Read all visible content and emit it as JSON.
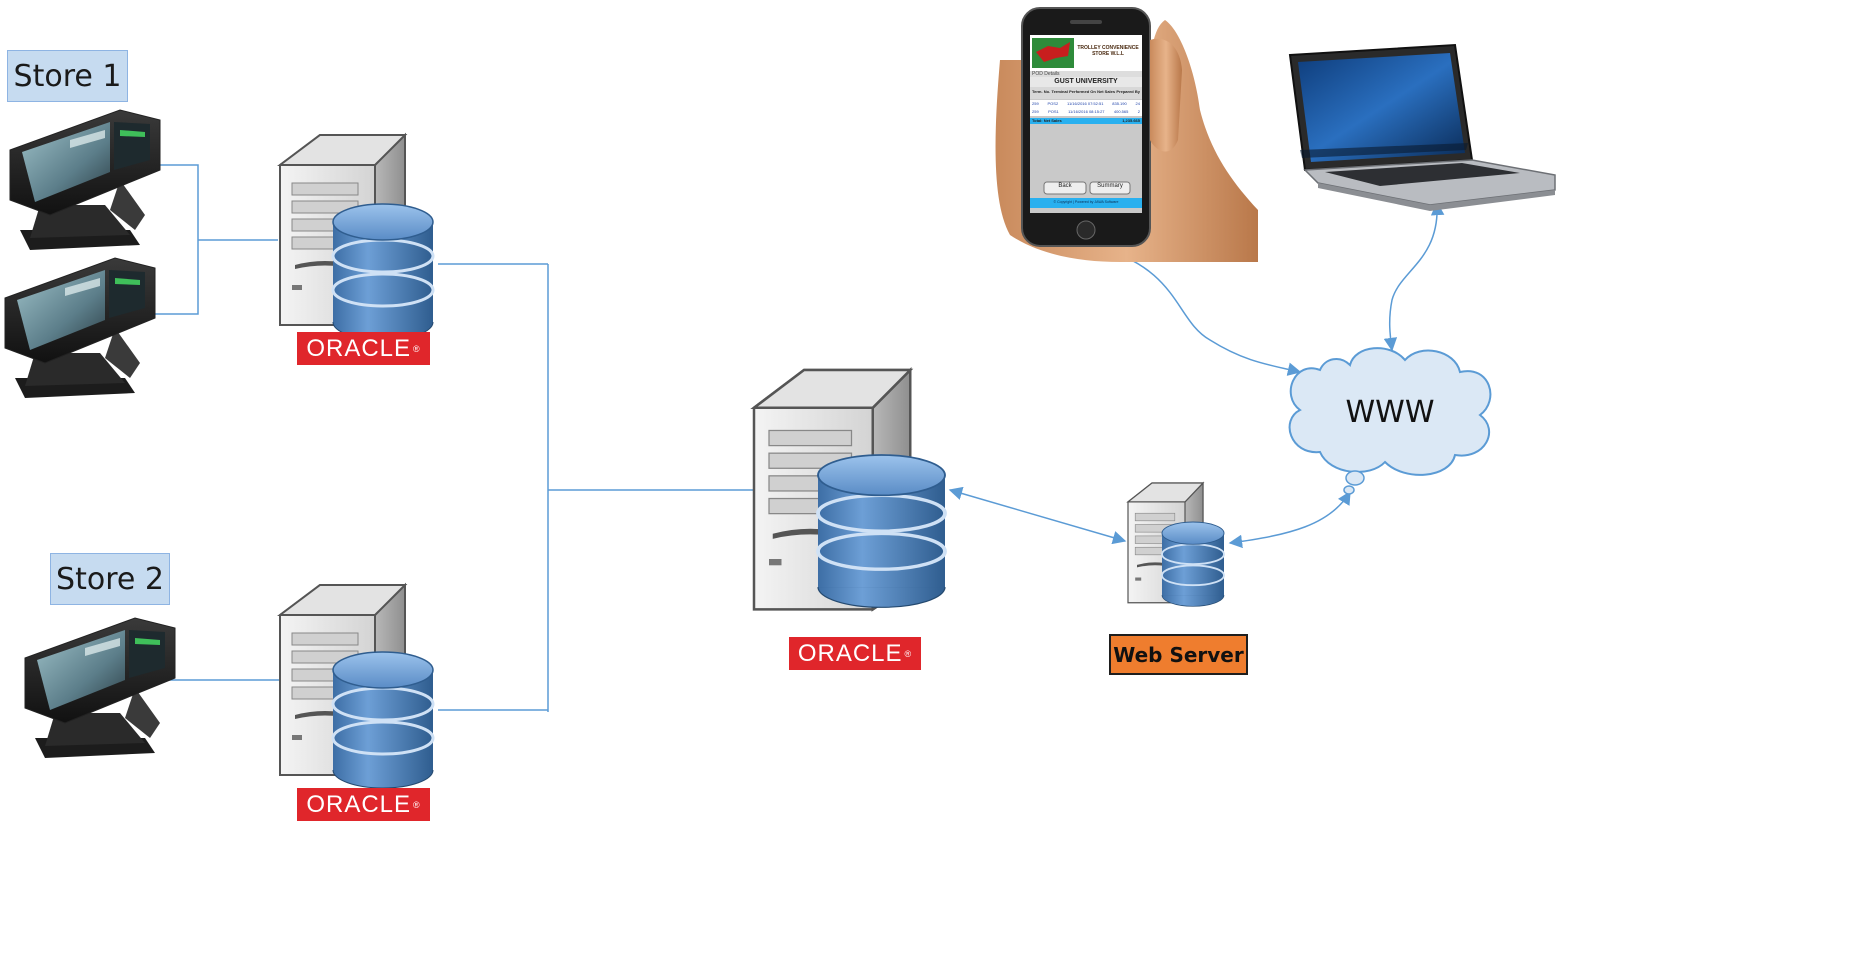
{
  "stores": [
    {
      "label": "Store 1"
    },
    {
      "label": "Store 2"
    }
  ],
  "oracle_badges": [
    {
      "text": "ORACLE"
    },
    {
      "text": "ORACLE"
    },
    {
      "text": "ORACLE"
    }
  ],
  "web_server": {
    "label": "Web Server"
  },
  "internet": {
    "label": "WWW"
  },
  "phone": {
    "header": "TROLLEY CONVENIENCE STORE W.L.L",
    "section": "POD Details",
    "title": "GUST UNIVERSITY",
    "columns": [
      "Term. No.",
      "Terminal",
      "Performed On",
      "Net Sales",
      "Prepared By"
    ],
    "rows": [
      [
        "259",
        "POS2",
        "11/16/2016 07:52:51",
        "835.190",
        "24"
      ],
      [
        "259",
        "POS1",
        "11/16/2016 08:15:27",
        "400.565",
        "2"
      ]
    ],
    "total_label": "Total: Net Sales",
    "total_value": "1,235.665",
    "back_button": "Back",
    "summary_button": "Summary",
    "footer": "© Copyright | Powered by JAWA Software"
  },
  "colors": {
    "connector": "#5b9bd5",
    "oracle_red": "#e0262b",
    "web_server_orange": "#ef7d2e",
    "store_label_bg": "#c6dbf0",
    "cloud_fill": "#dbe8f5",
    "database_blue": "#4f81bd"
  },
  "icons": [
    "pos-terminal-icon",
    "server-database-icon",
    "smartphone-icon",
    "laptop-icon",
    "cloud-icon"
  ]
}
